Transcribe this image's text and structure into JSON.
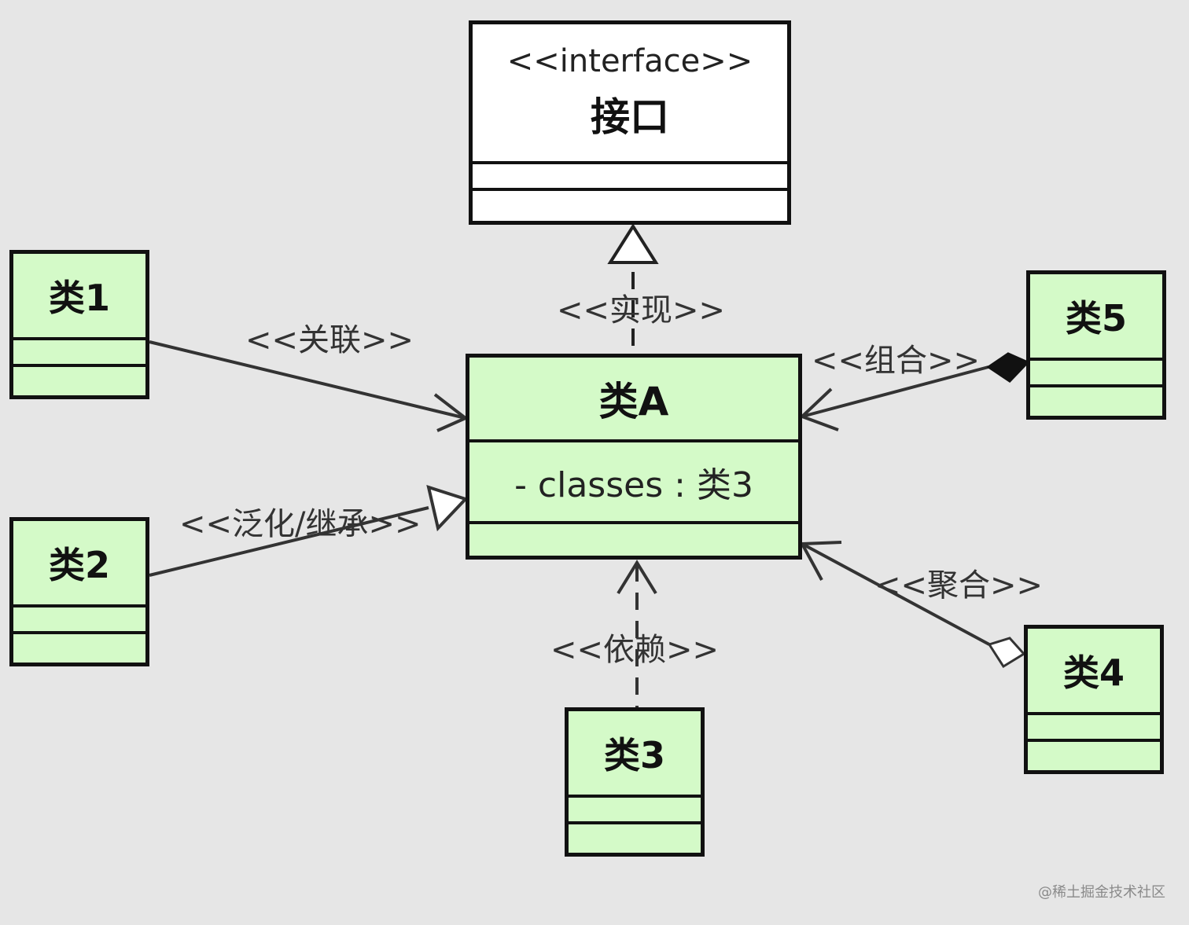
{
  "interface": {
    "stereotype": "<<interface>>",
    "name": "接口"
  },
  "classA": {
    "name": "类A",
    "attribute": "- classes : 类3"
  },
  "class1": {
    "name": "类1"
  },
  "class2": {
    "name": "类2"
  },
  "class3": {
    "name": "类3"
  },
  "class4": {
    "name": "类4"
  },
  "class5": {
    "name": "类5"
  },
  "relations": {
    "realization": "<<实现>>",
    "association": "<<关联>>",
    "generalization": "<<泛化/继承>>",
    "composition": "<<组合>>",
    "dependency": "<<依赖>>",
    "aggregation": "<<聚合>>"
  },
  "watermark": "@稀土掘金技术社区",
  "colors": {
    "background": "#e6e6e6",
    "class_fill": "#d4fac8",
    "interface_fill": "#ffffff",
    "line": "#111111"
  }
}
